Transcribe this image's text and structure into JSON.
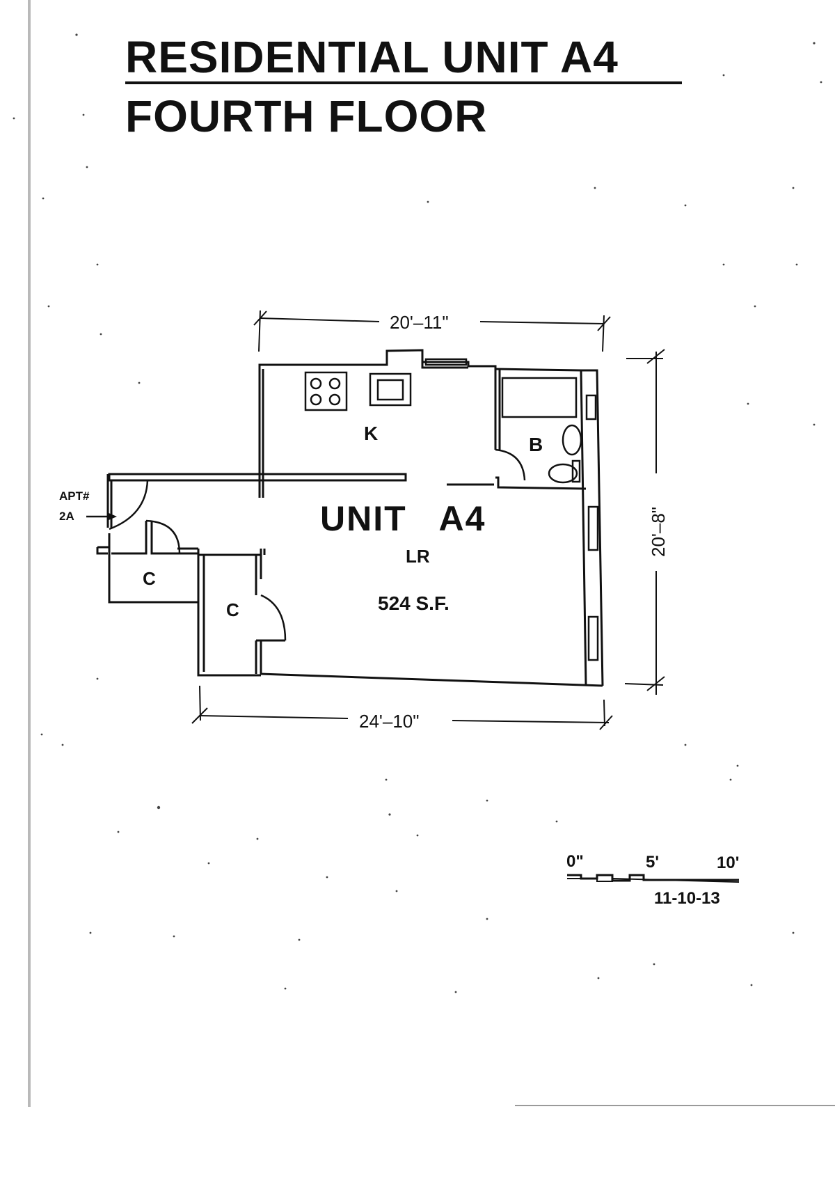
{
  "header": {
    "title_line1": "RESIDENTIAL UNIT A4",
    "title_line2": "FOURTH FLOOR"
  },
  "plan": {
    "dim_top": "20'–11\"",
    "dim_bottom": "24'–10\"",
    "dim_right": "20'–8\"",
    "room_kitchen": "K",
    "room_bath": "B",
    "unit_label": "UNIT   A4",
    "room_living": "LR",
    "area": "524 S.F.",
    "closet_1": "C",
    "closet_2": "C",
    "entry_line1": "APT#",
    "entry_line2": "2A"
  },
  "scale": {
    "label_0": "0\"",
    "label_5": "5'",
    "label_10": "10'",
    "date": "11-10-13"
  },
  "colors": {
    "ink": "#111111",
    "paper": "#ffffff",
    "page_edge": "#b9b9b9"
  }
}
